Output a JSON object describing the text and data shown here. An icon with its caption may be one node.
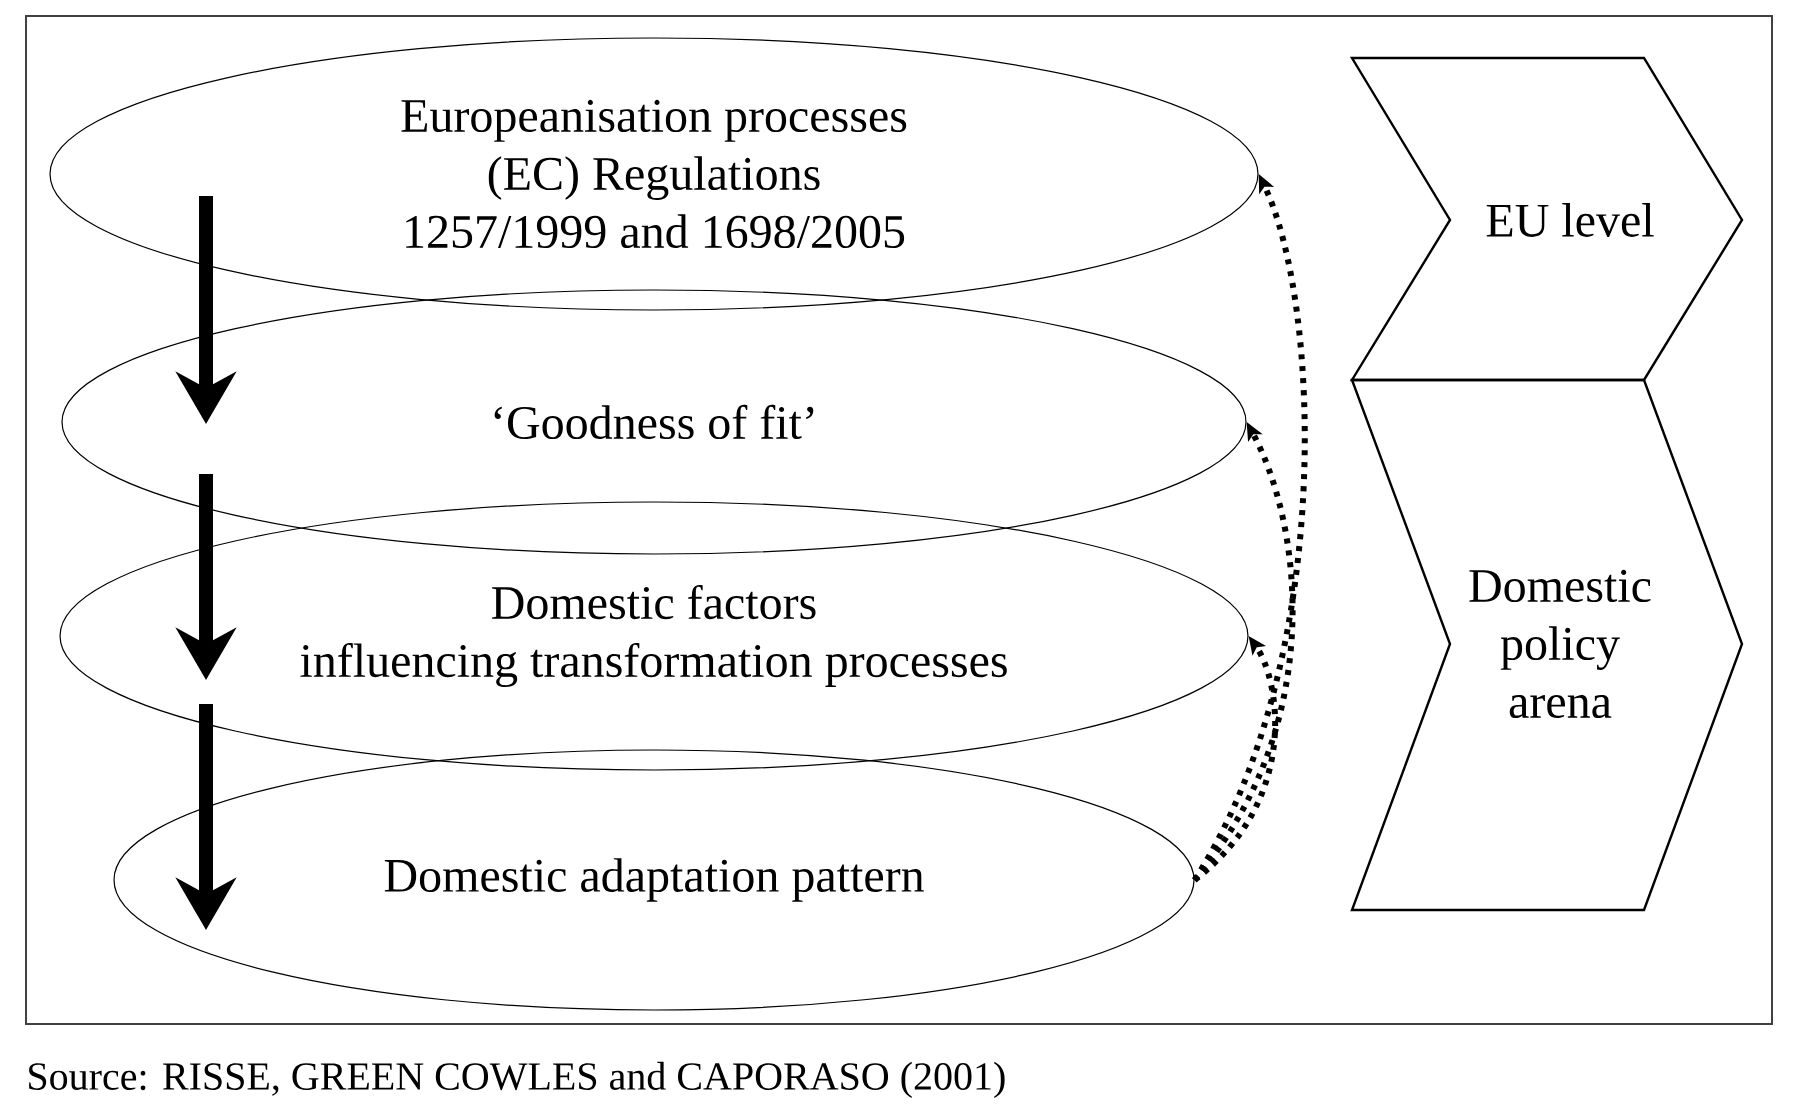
{
  "diagram": {
    "caption": "Source: RISSE, GREEN COWLES and CAPORASO (2001)",
    "nodes": [
      {
        "text": [
          "Europeanisation processes (EC) Regulations 1257/1999 and 1698/2005"
        ]
      },
      {
        "text": [
          "‘Goodness of fit’"
        ]
      },
      {
        "text": [
          "Domestic factors influencing transformation processes"
        ]
      },
      {
        "text": [
          "Domestic adaptation pattern"
        ]
      },
      {
        "text": [
          "EU level"
        ]
      },
      {
        "text": [
          "Domestic policy arena"
        ]
      }
    ],
    "edges": [
      {
        "from": 0,
        "to": 1,
        "arrow": "to",
        "style": "thick"
      },
      {
        "from": 1,
        "to": 2,
        "arrow": "to",
        "style": "thick"
      },
      {
        "from": 2,
        "to": 3,
        "arrow": "to",
        "style": "thick"
      },
      {
        "from": 3,
        "to": 0,
        "arrow": "to",
        "style": "dashed"
      },
      {
        "from": 3,
        "to": 1,
        "arrow": "to",
        "style": "dashed"
      },
      {
        "from": 3,
        "to": 2,
        "arrow": "to",
        "style": "dashed"
      }
    ]
  }
}
